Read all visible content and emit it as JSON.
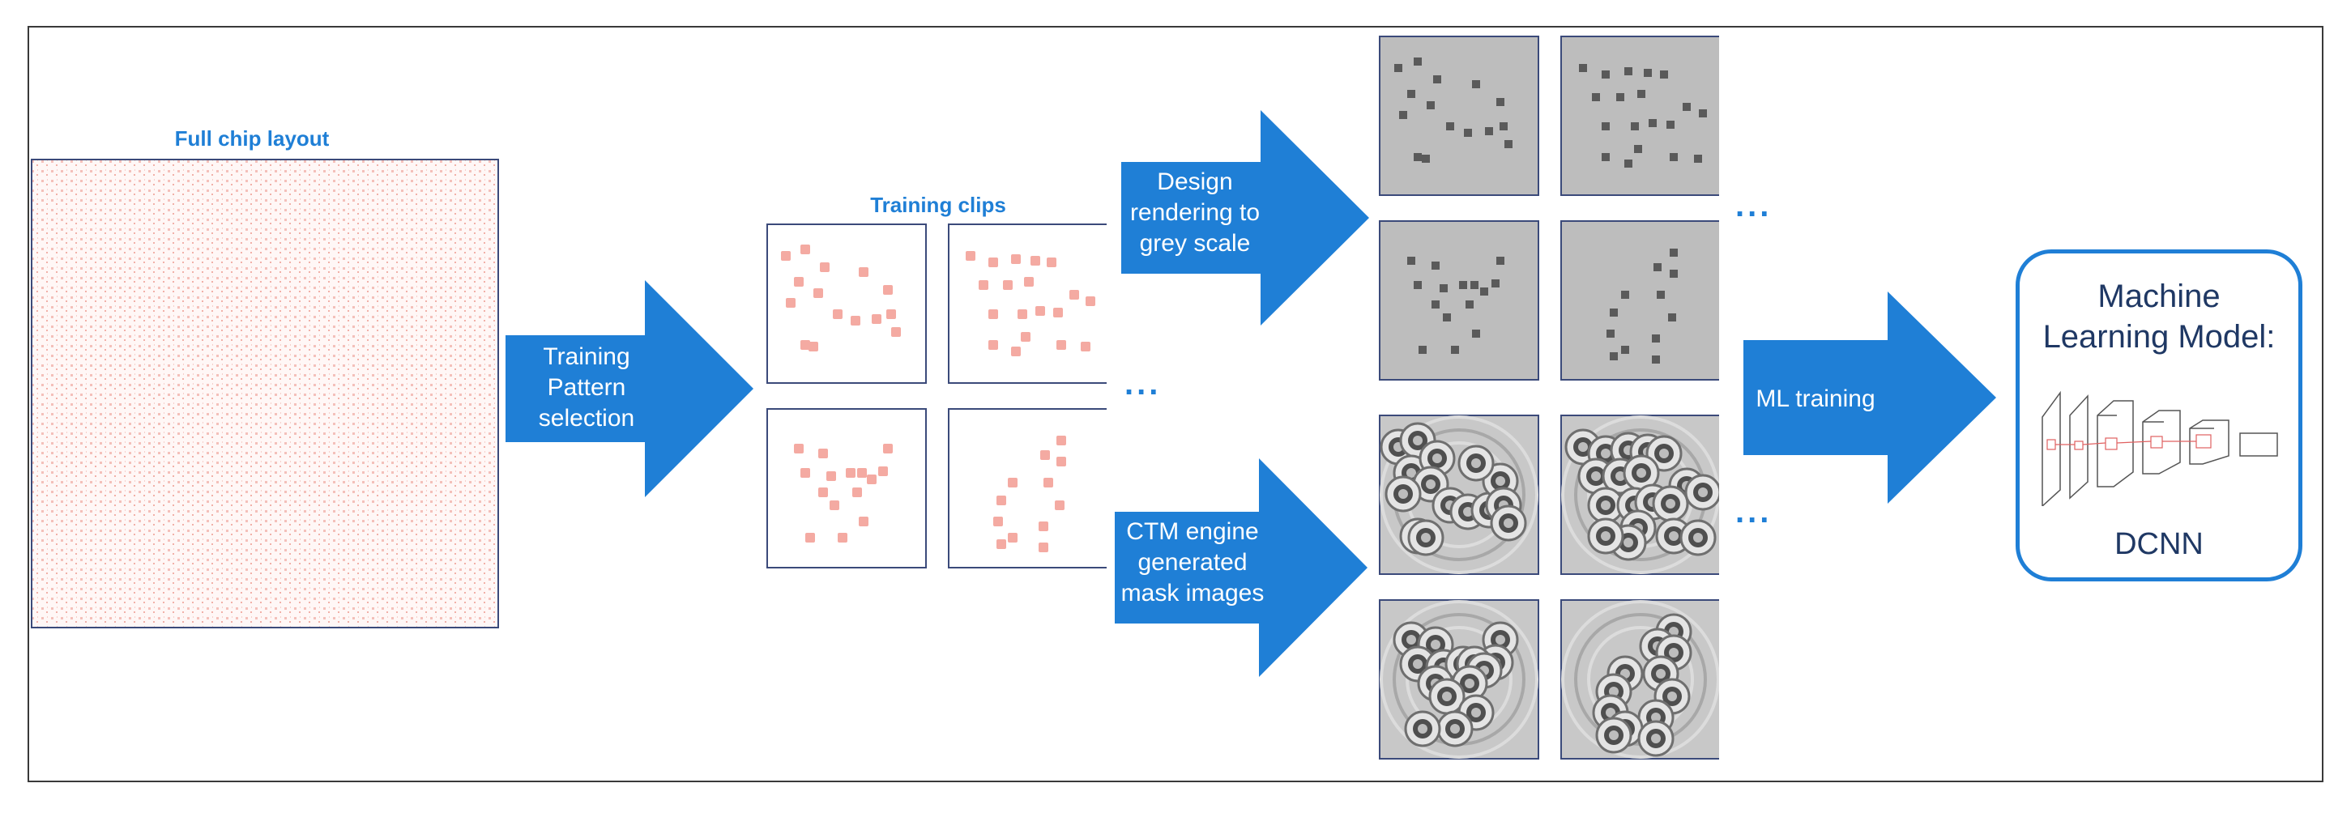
{
  "full_chip": {
    "title": "Full chip layout"
  },
  "training_clips": {
    "title": "Training clips",
    "more": "..."
  },
  "arrows": {
    "selection": [
      "Training",
      "Pattern",
      "selection"
    ],
    "render": [
      "Design",
      "rendering to",
      "grey scale"
    ],
    "ctm": [
      "CTM engine",
      "generated",
      "mask images"
    ],
    "ml": "ML training"
  },
  "grey_images": {
    "more": "..."
  },
  "mask_images": {
    "more": "..."
  },
  "model": {
    "title_line1": "Machine",
    "title_line2": "Learning Model:",
    "caption": "DCNN"
  },
  "colors": {
    "accent": "#1f7fd6",
    "clip_dot": "#f4aaa2",
    "grey_bg": "#bdbdbd",
    "grey_dot": "#5a5a5a",
    "navy": "#1f3864"
  }
}
